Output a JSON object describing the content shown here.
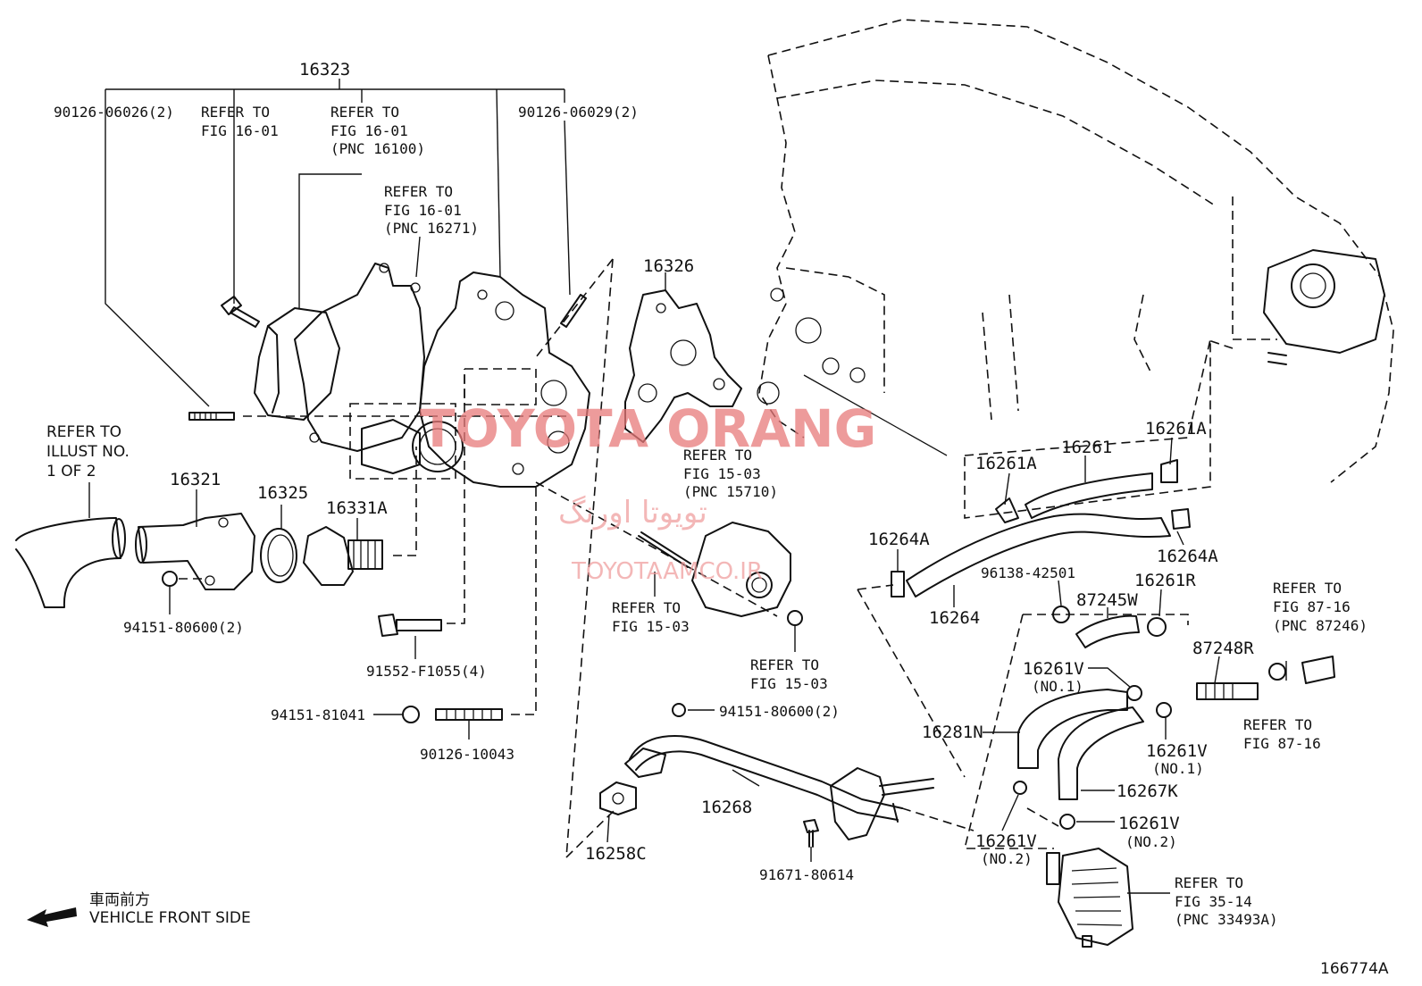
{
  "diagram_id": "166774A",
  "watermark": {
    "line1": "TOYOTA ORANG",
    "line2": "تویوتا اورنگ",
    "line3": "TOYOTAAMCO.IR"
  },
  "front_side": {
    "jp": "車両前方",
    "en": "VEHICLE FRONT SIDE"
  },
  "labels": {
    "p16323": "16323",
    "p90126_06026": "90126-06026(2)",
    "ref1_a": "REFER TO",
    "ref1_b": "FIG 16-01",
    "ref2_a": "REFER TO",
    "ref2_b": "FIG 16-01",
    "ref2_c": "(PNC 16100)",
    "ref3_a": "REFER TO",
    "ref3_b": "FIG 16-01",
    "ref3_c": "(PNC 16271)",
    "p90126_06029": "90126-06029(2)",
    "ref_illust_a": "REFER TO",
    "ref_illust_b": "ILLUST NO.",
    "ref_illust_c": "1 OF 2",
    "p16321": "16321",
    "p16325": "16325",
    "p16331A": "16331A",
    "p94151_80600a": "94151-80600(2)",
    "p91552": "91552-F1055(4)",
    "p94151_81041": "94151-81041",
    "p90126_10043": "90126-10043",
    "p16326": "16326",
    "ref_fig1503a_a": "REFER TO",
    "ref_fig1503a_b": "FIG 15-03",
    "ref_fig1503a_c": "(PNC 15710)",
    "ref_fig1503b_a": "REFER TO",
    "ref_fig1503b_b": "FIG 15-03",
    "ref_fig1503c_a": "REFER TO",
    "ref_fig1503c_b": "FIG 15-03",
    "p94151_80600b": "94151-80600(2)",
    "p16268": "16268",
    "p16258C": "16258C",
    "p91671": "91671-80614",
    "p16261A_l": "16261A",
    "p16261": "16261",
    "p16261A_r": "16261A",
    "p16264A_l": "16264A",
    "p16264A_r": "16264A",
    "p16264": "16264",
    "p96138": "96138-42501",
    "p87245W": "87245W",
    "p16261R": "16261R",
    "ref_fig8716a_a": "REFER TO",
    "ref_fig8716a_b": "FIG 87-16",
    "ref_fig8716a_c": "(PNC 87246)",
    "p87248R": "87248R",
    "ref_fig8716b_a": "REFER TO",
    "ref_fig8716b_b": "FIG 87-16",
    "p16261V_1": "16261V",
    "p16261V_1n": "(NO.1)",
    "p16261V_2": "16261V",
    "p16261V_2n": "(NO.1)",
    "p16281N": "16281N",
    "p16267K": "16267K",
    "p16261V_3": "16261V",
    "p16261V_3n": "(NO.2)",
    "p16261V_4": "16261V",
    "p16261V_4n": "(NO.2)",
    "ref_fig3514_a": "REFER TO",
    "ref_fig3514_b": "FIG 35-14",
    "ref_fig3514_c": "(PNC 33493A)"
  }
}
